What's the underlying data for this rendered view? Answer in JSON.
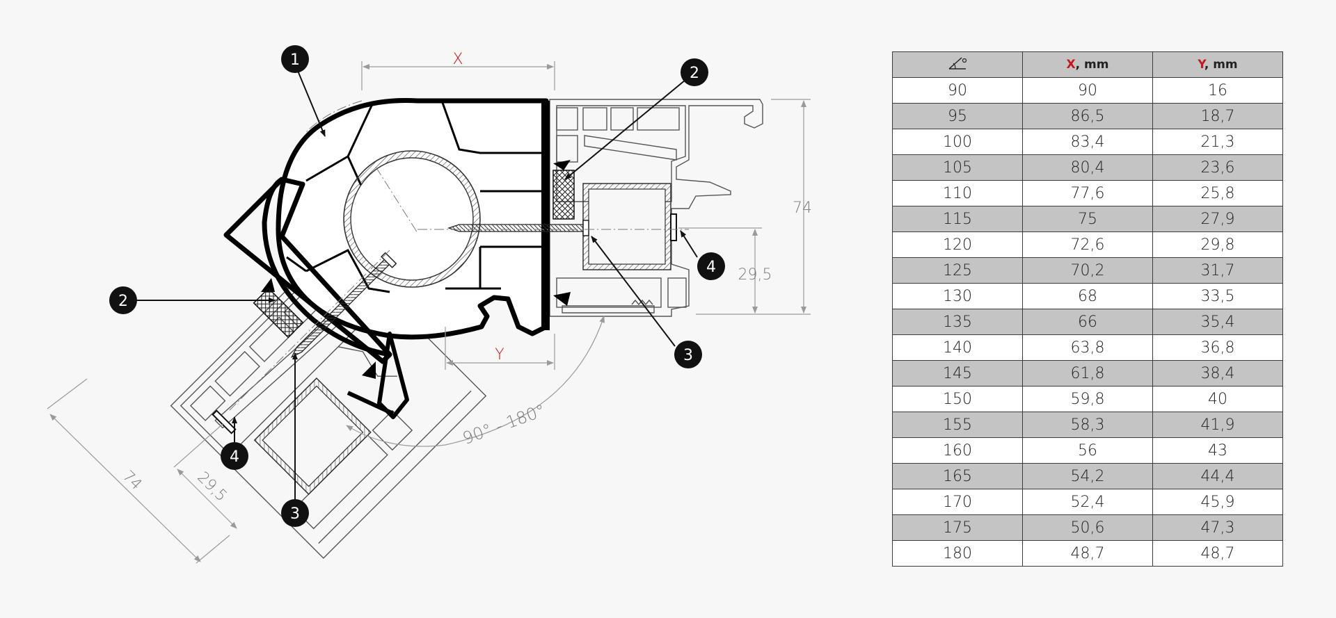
{
  "diagram": {
    "callouts": {
      "c1": "1",
      "c2_right": "2",
      "c2_left": "2",
      "c3_right": "3",
      "c3_left": "3",
      "c4_right": "4",
      "c4_left": "4"
    },
    "dimensions": {
      "x_label": "X",
      "y_label": "Y",
      "height_right": "74",
      "inner_right": "29,5",
      "height_left": "74",
      "inner_left": "29,5",
      "angle_range": "90° - 180°"
    },
    "colors": {
      "accent": "#c4171c",
      "profile_stroke": "#000000",
      "dim_line": "#9a9a9a",
      "table_shade": "#c4c4c4"
    }
  },
  "table": {
    "header": {
      "angle_icon": "angle-icon",
      "x_letter": "X",
      "x_unit": ", mm",
      "y_letter": "Y",
      "y_unit": ", mm"
    },
    "rows": [
      {
        "angle": "90",
        "x": "90",
        "y": "16"
      },
      {
        "angle": "95",
        "x": "86,5",
        "y": "18,7"
      },
      {
        "angle": "100",
        "x": "83,4",
        "y": "21,3"
      },
      {
        "angle": "105",
        "x": "80,4",
        "y": "23,6"
      },
      {
        "angle": "110",
        "x": "77,6",
        "y": "25,8"
      },
      {
        "angle": "115",
        "x": "75",
        "y": "27,9"
      },
      {
        "angle": "120",
        "x": "72,6",
        "y": "29,8"
      },
      {
        "angle": "125",
        "x": "70,2",
        "y": "31,7"
      },
      {
        "angle": "130",
        "x": "68",
        "y": "33,5"
      },
      {
        "angle": "135",
        "x": "66",
        "y": "35,4"
      },
      {
        "angle": "140",
        "x": "63,8",
        "y": "36,8"
      },
      {
        "angle": "145",
        "x": "61,8",
        "y": "38,4"
      },
      {
        "angle": "150",
        "x": "59,8",
        "y": "40"
      },
      {
        "angle": "155",
        "x": "58,3",
        "y": "41,9"
      },
      {
        "angle": "160",
        "x": "56",
        "y": "43"
      },
      {
        "angle": "165",
        "x": "54,2",
        "y": "44,4"
      },
      {
        "angle": "170",
        "x": "52,4",
        "y": "45,9"
      },
      {
        "angle": "175",
        "x": "50,6",
        "y": "47,3"
      },
      {
        "angle": "180",
        "x": "48,7",
        "y": "48,7"
      }
    ]
  }
}
